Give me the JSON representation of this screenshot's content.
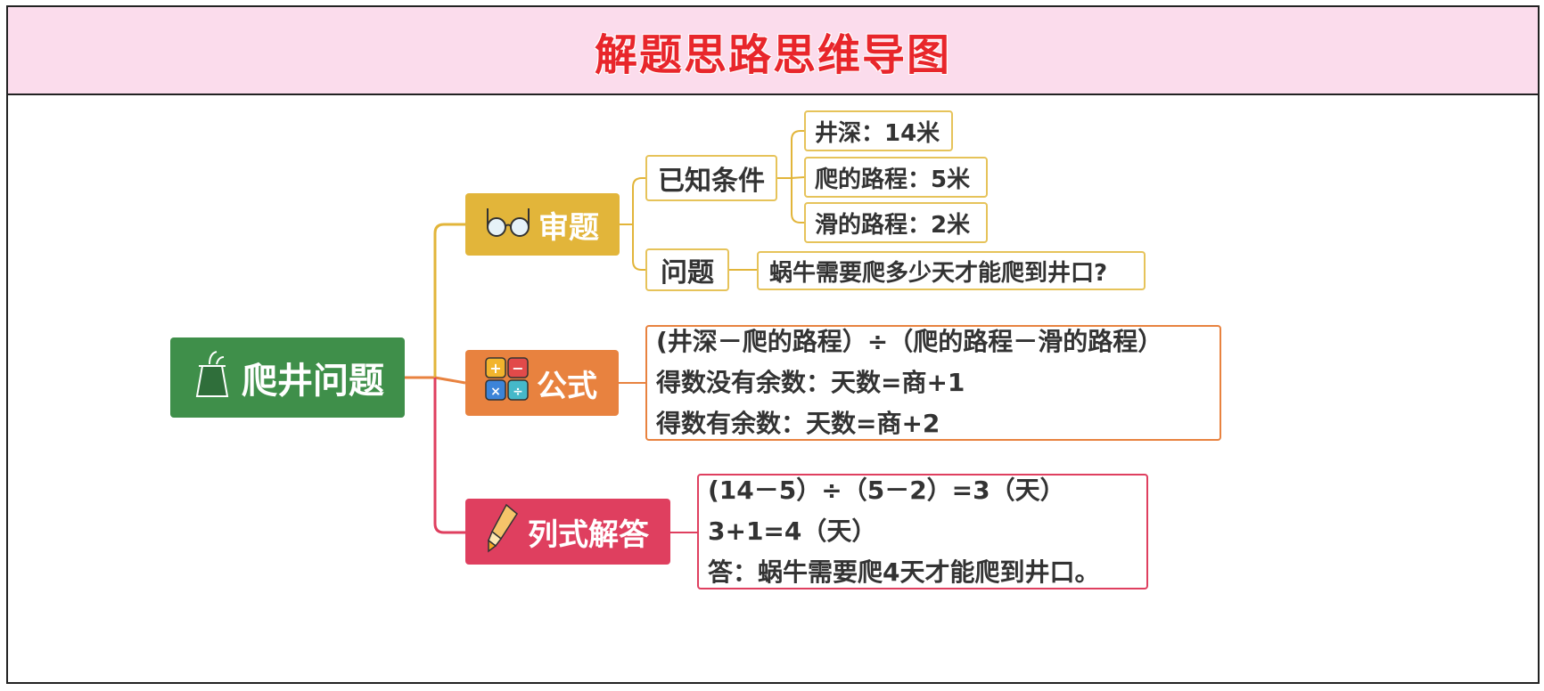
{
  "header": {
    "title": "解题思路思维导图"
  },
  "colors": {
    "header_bg": "#fbdcec",
    "title": "#e8262b",
    "root": "#3f8f4a",
    "branch_review": "#e2b53a",
    "branch_formula": "#e8823f",
    "branch_solution": "#df3f5f"
  },
  "root": {
    "label": "爬井问题",
    "icon": "well-icon"
  },
  "review": {
    "label": "审题",
    "icon": "glasses-icon",
    "known": {
      "label": "已知条件",
      "items": [
        "井深：14米",
        "爬的路程：5米",
        "滑的路程：2米"
      ]
    },
    "question": {
      "label": "问题",
      "text": "蜗牛需要爬多少天才能爬到井口?"
    }
  },
  "formula": {
    "label": "公式",
    "icon": "calculator-icon",
    "lines": [
      "(井深－爬的路程）÷（爬的路程－滑的路程）",
      "得数没有余数：天数=商+1",
      "得数有余数：天数=商+2"
    ]
  },
  "solution": {
    "label": "列式解答",
    "icon": "highlighter-icon",
    "lines": [
      "(14－5）÷（5－2）=3（天）",
      "3+1=4（天）",
      "答：蜗牛需要爬4天才能爬到井口。"
    ]
  }
}
